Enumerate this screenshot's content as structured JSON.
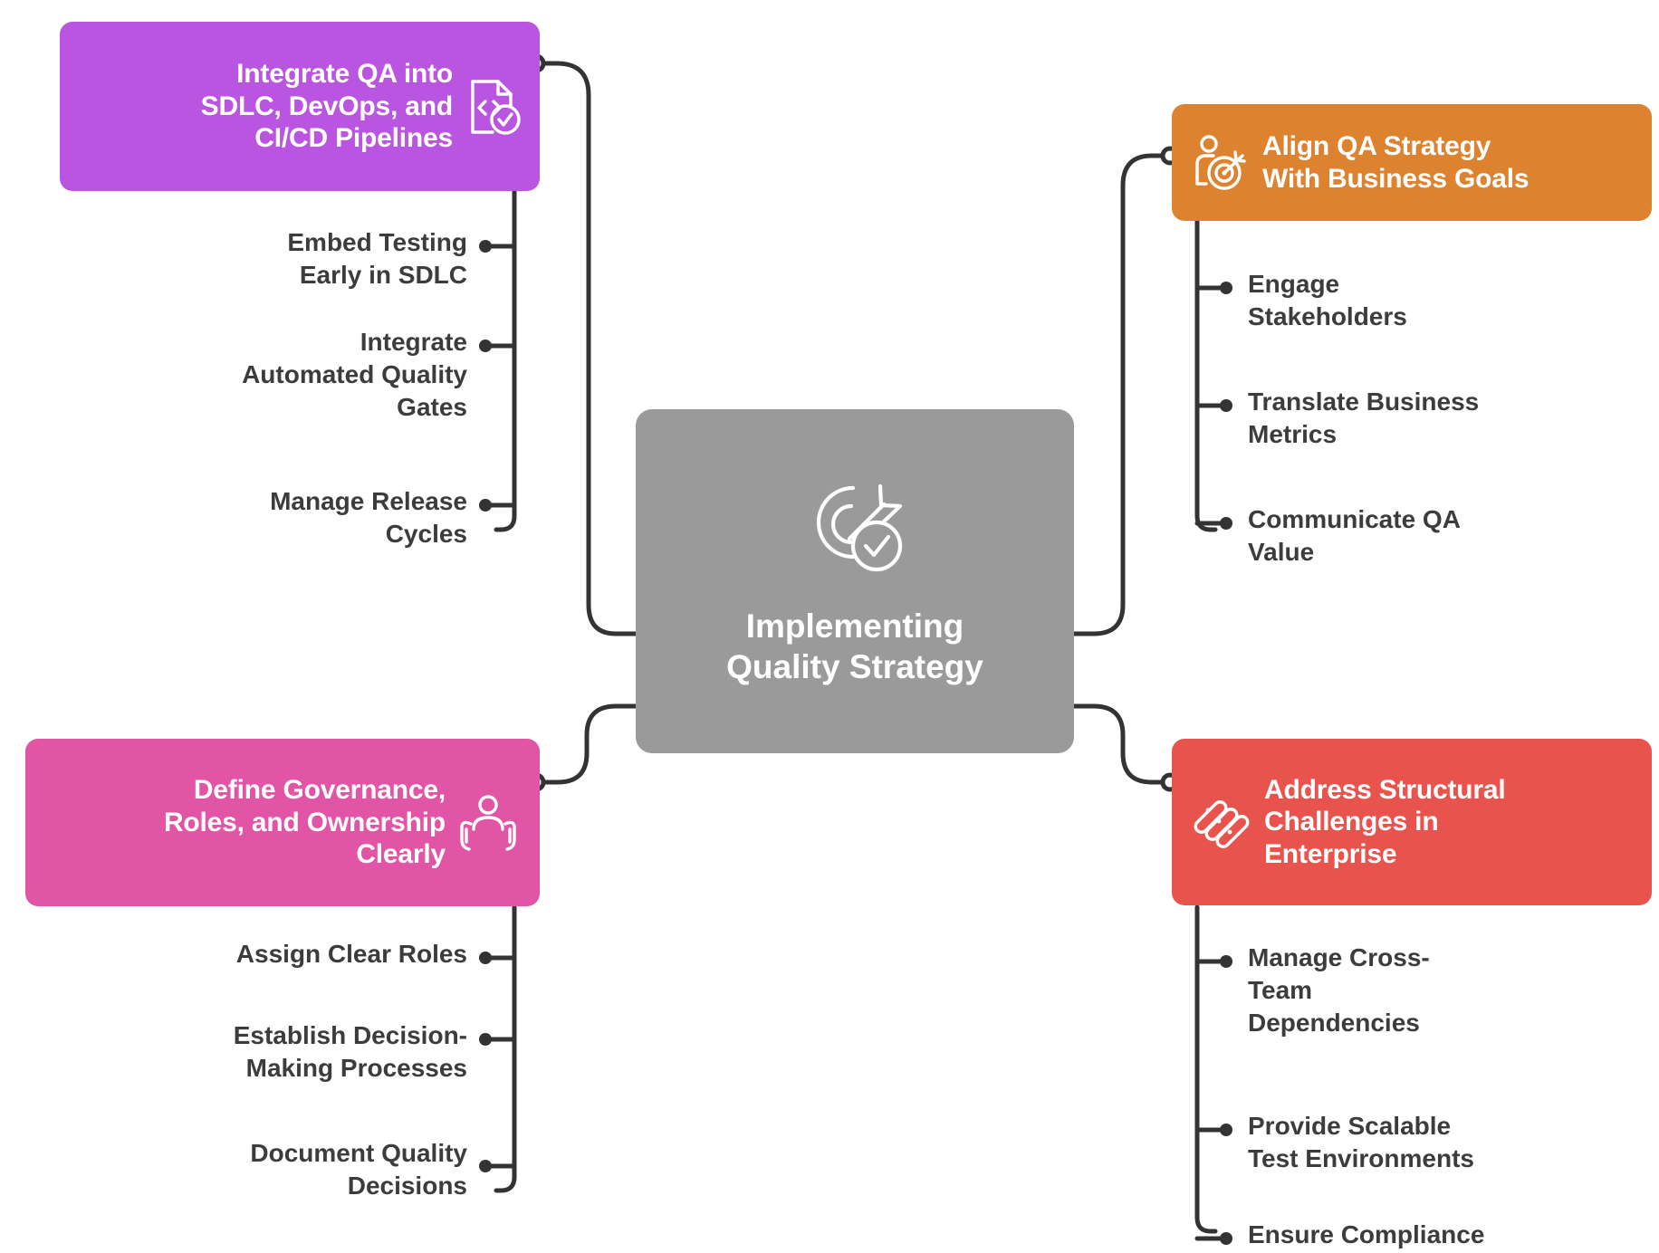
{
  "diagram": {
    "type": "mindmap",
    "center": {
      "title_line1": "Implementing",
      "title_line2": "Quality Strategy",
      "color": "#9a9a9a",
      "icon": "target-arrow-check-icon"
    },
    "branches": [
      {
        "id": "sdlc",
        "title_line1": "Integrate QA into",
        "title_line2": "SDLC, DevOps, and",
        "title_line3": "CI/CD Pipelines",
        "color": "#b955e0",
        "icon": "code-document-check-icon",
        "position": "top-left",
        "items": [
          {
            "line1": "Embed Testing",
            "line2": "Early in SDLC",
            "line3": ""
          },
          {
            "line1": "Integrate",
            "line2": "Automated Quality",
            "line3": "Gates"
          },
          {
            "line1": "Manage Release",
            "line2": "Cycles",
            "line3": ""
          }
        ]
      },
      {
        "id": "align",
        "title_line1": "Align QA Strategy",
        "title_line2": "With Business Goals",
        "title_line3": "",
        "color": "#dd8330",
        "icon": "person-target-icon",
        "position": "top-right",
        "items": [
          {
            "line1": "Engage",
            "line2": "Stakeholders",
            "line3": ""
          },
          {
            "line1": "Translate Business",
            "line2": "Metrics",
            "line3": ""
          },
          {
            "line1": "Communicate QA",
            "line2": "Value",
            "line3": ""
          }
        ]
      },
      {
        "id": "governance",
        "title_line1": "Define Governance,",
        "title_line2": "Roles, and Ownership",
        "title_line3": "Clearly",
        "color": "#e254a5",
        "icon": "person-supporting-hands-icon",
        "position": "bottom-left",
        "items": [
          {
            "line1": "Assign Clear Roles",
            "line2": "",
            "line3": ""
          },
          {
            "line1": "Establish Decision-",
            "line2": "Making Processes",
            "line3": ""
          },
          {
            "line1": "Document Quality",
            "line2": "Decisions",
            "line3": ""
          }
        ]
      },
      {
        "id": "structural",
        "title_line1": "Address Structural",
        "title_line2": "Challenges in",
        "title_line3": "Enterprise",
        "color": "#e8544d",
        "icon": "network-links-icon",
        "position": "bottom-right",
        "items": [
          {
            "line1": "Manage Cross-",
            "line2": "Team",
            "line3": "Dependencies"
          },
          {
            "line1": "Provide Scalable",
            "line2": "Test Environments",
            "line3": ""
          },
          {
            "line1": "Ensure Compliance",
            "line2": "",
            "line3": ""
          }
        ]
      }
    ],
    "palette": {
      "background": "#ffffff",
      "connector": "#333333",
      "sub_text": "#3c3c3c",
      "card_text": "#ffffff"
    }
  }
}
